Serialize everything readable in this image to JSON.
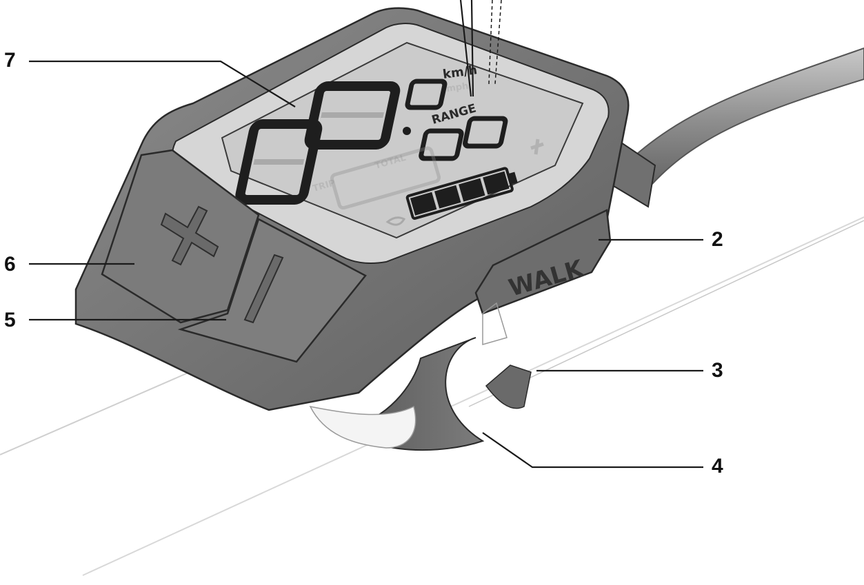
{
  "colors": {
    "body_dark": "#6b6b6b",
    "body_mid": "#8a8a8a",
    "body_light": "#a8a8a8",
    "lcd": "#cfcfcf",
    "bezel": "#d9d9d9",
    "outline": "#2a2a2a"
  },
  "display": {
    "speed_unit": "km/h",
    "speed_unit_alt": "mph",
    "speed_digits": "00",
    "decimal_digit": "0",
    "range_label": "RANGE",
    "range_digits": "00",
    "trip_label": "TRIP",
    "total_label": "TOTAL",
    "battery_bars_filled": 4,
    "battery_bars_total": 4
  },
  "buttons": {
    "plus_icon": "plus-icon",
    "minus_icon": "minus-icon",
    "walk_label": "WALK"
  },
  "callouts": [
    {
      "id": "7",
      "label": "7"
    },
    {
      "id": "2",
      "label": "2"
    },
    {
      "id": "6",
      "label": "6"
    },
    {
      "id": "5",
      "label": "5"
    },
    {
      "id": "3",
      "label": "3"
    },
    {
      "id": "4",
      "label": "4"
    }
  ]
}
